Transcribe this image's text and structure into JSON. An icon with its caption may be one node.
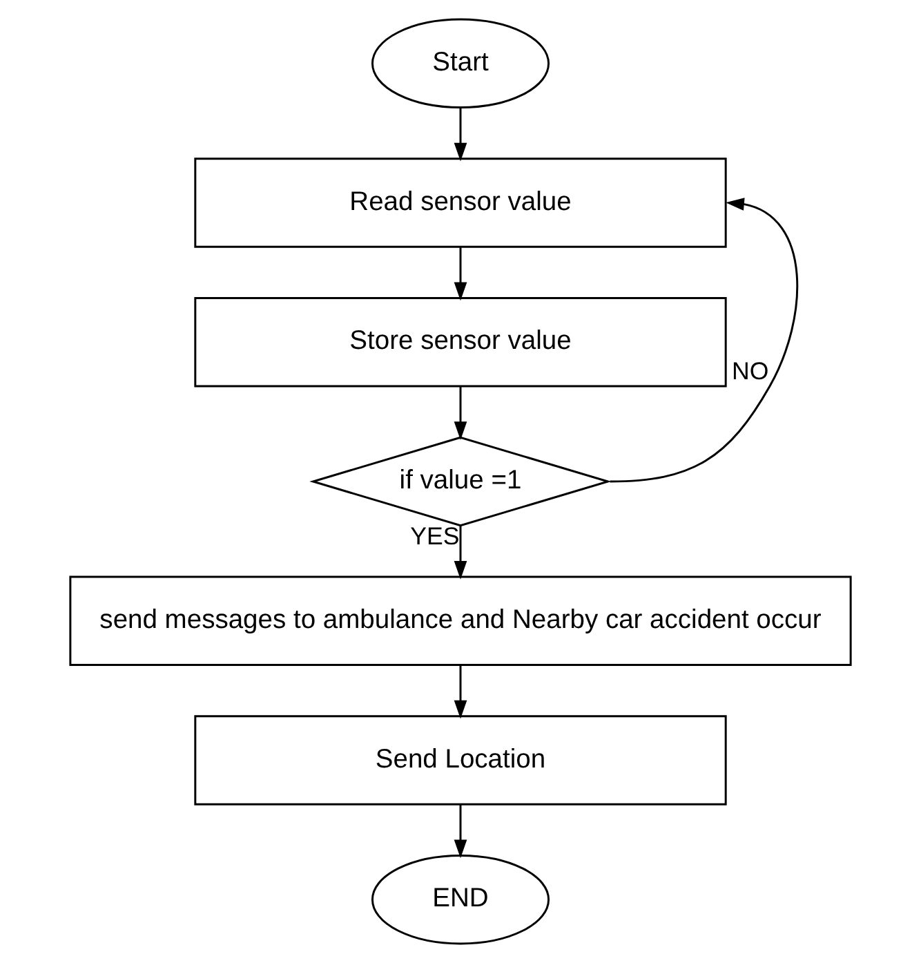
{
  "diagram": {
    "nodes": [
      {
        "text": [
          "Start"
        ]
      },
      {
        "text": [
          "Read sensor value"
        ]
      },
      {
        "text": [
          "Store sensor value"
        ]
      },
      {
        "text": [
          "if value =1"
        ]
      },
      {
        "text": [
          "send messages to ambulance and Nearby car accident occur"
        ]
      },
      {
        "text": [
          "Send Location"
        ]
      },
      {
        "text": [
          "END"
        ]
      }
    ],
    "edges": [
      {
        "from": 0,
        "to": 1,
        "arrow": "to"
      },
      {
        "from": 1,
        "to": 2,
        "arrow": "to"
      },
      {
        "from": 2,
        "to": 3,
        "arrow": "to"
      },
      {
        "from": 3,
        "to": 1,
        "arrow": "to",
        "label": "NO"
      },
      {
        "from": 3,
        "to": 4,
        "arrow": "to",
        "label": "YES"
      },
      {
        "from": 4,
        "to": 5,
        "arrow": "to"
      },
      {
        "from": 5,
        "to": 6,
        "arrow": "to"
      }
    ]
  }
}
